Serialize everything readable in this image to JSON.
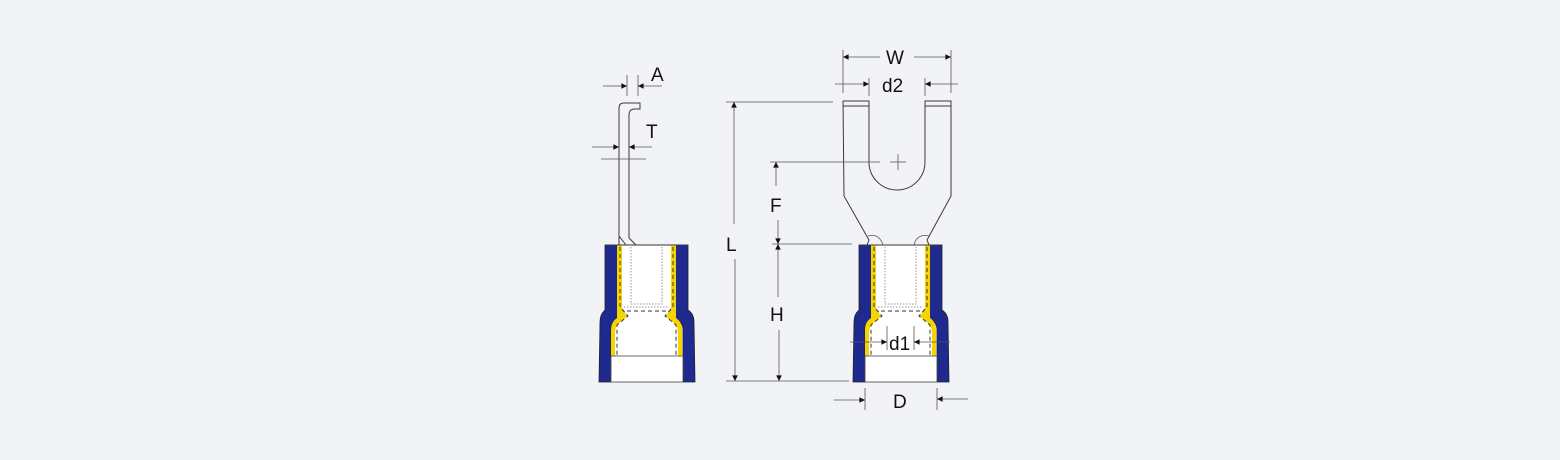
{
  "diagram": {
    "title": "Insulated fork (spade) terminal dimension drawing",
    "colors": {
      "background": "#f2f3f7",
      "insulation": "#1f2a8f",
      "sleeve": "#f5d400",
      "line": "#3a3a3a"
    },
    "side_view": {
      "labels": {
        "A": "A",
        "T": "T"
      }
    },
    "front_view": {
      "labels": {
        "W": "W",
        "d2": "d2",
        "L": "L",
        "F": "F",
        "H": "H",
        "d1": "d1",
        "D": "D"
      }
    }
  }
}
